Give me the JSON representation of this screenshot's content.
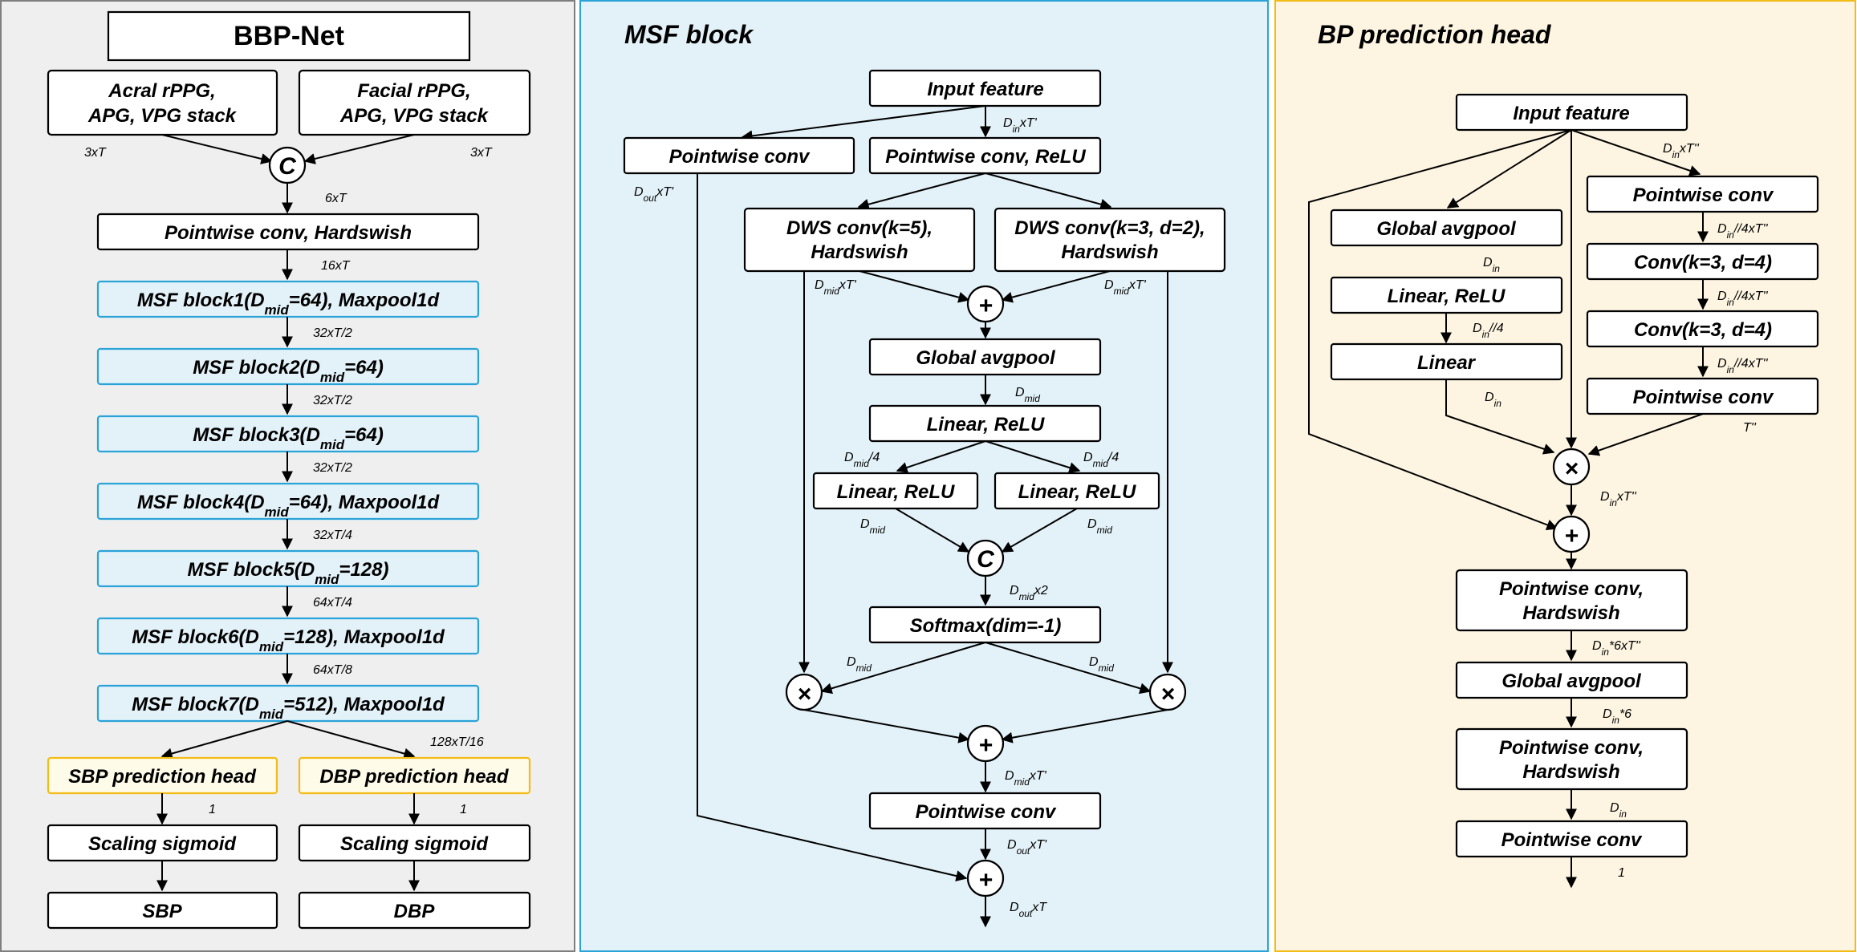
{
  "left": {
    "title": "BBP-Net",
    "acral_line1": "Acral rPPG,",
    "acral_line2": "APG, VPG stack",
    "facial_line1": "Facial rPPG,",
    "facial_line2": "APG, VPG stack",
    "dim_acral": "3xT",
    "dim_facial": "3xT",
    "concat_symbol": "C",
    "dim_concat": "6xT",
    "pw_hardswish": "Pointwise conv, Hardswish",
    "dim_pw": "16xT",
    "blocks": [
      {
        "pre": "MSF block1(D",
        "sub": "mid",
        "post": "=64), Maxpool1d",
        "dim": "32xT/2"
      },
      {
        "pre": "MSF block2(D",
        "sub": "mid",
        "post": "=64)",
        "dim": "32xT/2"
      },
      {
        "pre": "MSF block3(D",
        "sub": "mid",
        "post": "=64)",
        "dim": "32xT/2"
      },
      {
        "pre": "MSF block4(D",
        "sub": "mid",
        "post": "=64), Maxpool1d",
        "dim": "32xT/4"
      },
      {
        "pre": "MSF block5(D",
        "sub": "mid",
        "post": "=128)",
        "dim": "64xT/4"
      },
      {
        "pre": "MSF block6(D",
        "sub": "mid",
        "post": "=128), Maxpool1d",
        "dim": "64xT/8"
      },
      {
        "pre": "MSF block7(D",
        "sub": "mid",
        "post": "=512), Maxpool1d",
        "dim": "128xT/16"
      }
    ],
    "sbp_head": "SBP prediction head",
    "dbp_head": "DBP prediction head",
    "dim_head_sbp": "1",
    "dim_head_dbp": "1",
    "scaling_sbp": "Scaling sigmoid",
    "scaling_dbp": "Scaling sigmoid",
    "sbp": "SBP",
    "dbp": "DBP"
  },
  "middle": {
    "title": "MSF block",
    "input": "Input feature",
    "dim_in": {
      "a": "D",
      "s": "in",
      "b": "xT'"
    },
    "pointwise_conv": "Pointwise conv",
    "pointwise_relu": "Pointwise conv, ReLU",
    "dim_out_skip": {
      "a": "D",
      "s": "out",
      "b": "xT'"
    },
    "dws5_line1": "DWS conv(k=5),",
    "dws5_line2": "Hardswish",
    "dws3_line1": "DWS conv(k=3, d=2),",
    "dws3_line2": "Hardswish",
    "dim_dws5": {
      "a": "D",
      "s": "mid",
      "b": "xT'"
    },
    "dim_dws3": {
      "a": "D",
      "s": "mid",
      "b": "xT'"
    },
    "plus_symbol": "+",
    "times_symbol": "×",
    "concat_symbol": "C",
    "gap": "Global avgpool",
    "dim_gap": {
      "a": "D",
      "s": "mid",
      "b": ""
    },
    "linear_relu": "Linear, ReLU",
    "dim_mid4_left": {
      "a": "D",
      "s": "mid",
      "b": "/4"
    },
    "dim_mid4_right": {
      "a": "D",
      "s": "mid",
      "b": "/4"
    },
    "linear_relu_left": "Linear, ReLU",
    "linear_relu_right": "Linear, ReLU",
    "dim_lr_left": {
      "a": "D",
      "s": "mid",
      "b": ""
    },
    "dim_lr_right": {
      "a": "D",
      "s": "mid",
      "b": ""
    },
    "dim_concat": {
      "a": "D",
      "s": "mid",
      "b": "x2"
    },
    "softmax": "Softmax(dim=-1)",
    "dim_sm_left": {
      "a": "D",
      "s": "mid",
      "b": ""
    },
    "dim_sm_right": {
      "a": "D",
      "s": "mid",
      "b": ""
    },
    "dim_sum": {
      "a": "D",
      "s": "mid",
      "b": "xT'"
    },
    "pointwise_final": "Pointwise conv",
    "dim_pw_out": {
      "a": "D",
      "s": "out",
      "b": "xT'"
    },
    "dim_final": {
      "a": "D",
      "s": "out",
      "b": "xT"
    }
  },
  "right": {
    "title": "BP prediction head",
    "input": "Input feature",
    "dim_in": {
      "a": "D",
      "s": "in",
      "b": "xT''"
    },
    "gap1": "Global avgpool",
    "dim_gap1": {
      "a": "D",
      "s": "in",
      "b": ""
    },
    "linear_relu": "Linear, ReLU",
    "dim_lr": {
      "a": "D",
      "s": "in",
      "b": "//4"
    },
    "linear": "Linear",
    "dim_linear": {
      "a": "D",
      "s": "in",
      "b": ""
    },
    "pw1": "Pointwise conv",
    "dim_pw1": {
      "a": "D",
      "s": "in",
      "b": "//4xT''"
    },
    "conv1": "Conv(k=3, d=4)",
    "dim_conv1": {
      "a": "D",
      "s": "in",
      "b": "//4xT''"
    },
    "conv2": "Conv(k=3, d=4)",
    "dim_conv2": {
      "a": "D",
      "s": "in",
      "b": "//4xT''"
    },
    "pw2": "Pointwise conv",
    "dim_pw2": "T''",
    "times_symbol": "×",
    "plus_symbol": "+",
    "dim_mul": {
      "a": "D",
      "s": "in",
      "b": "xT''"
    },
    "pwh_line1": "Pointwise conv,",
    "pwh_line2": "Hardswish",
    "dim_pwh": {
      "a": "D",
      "s": "in",
      "b": "*6xT''"
    },
    "gap2": "Global avgpool",
    "dim_gap2": {
      "a": "D",
      "s": "in",
      "b": "*6"
    },
    "pwh2_line1": "Pointwise conv,",
    "pwh2_line2": "Hardswish",
    "dim_pwh2": {
      "a": "D",
      "s": "in",
      "b": ""
    },
    "pw_final": "Pointwise conv",
    "dim_final": "1"
  },
  "colors": {
    "left_panel_bg": "#efefef",
    "middle_panel_bg": "#e3f1f8",
    "middle_panel_border": "#2aa3d8",
    "right_panel_bg": "#fdf5e2",
    "right_panel_border": "#f2bb16",
    "msf_box_fill": "#e3f1f8",
    "msf_box_border": "#2aa3d8",
    "head_box_fill": "#fffbe9",
    "head_box_border": "#f2bb16"
  }
}
